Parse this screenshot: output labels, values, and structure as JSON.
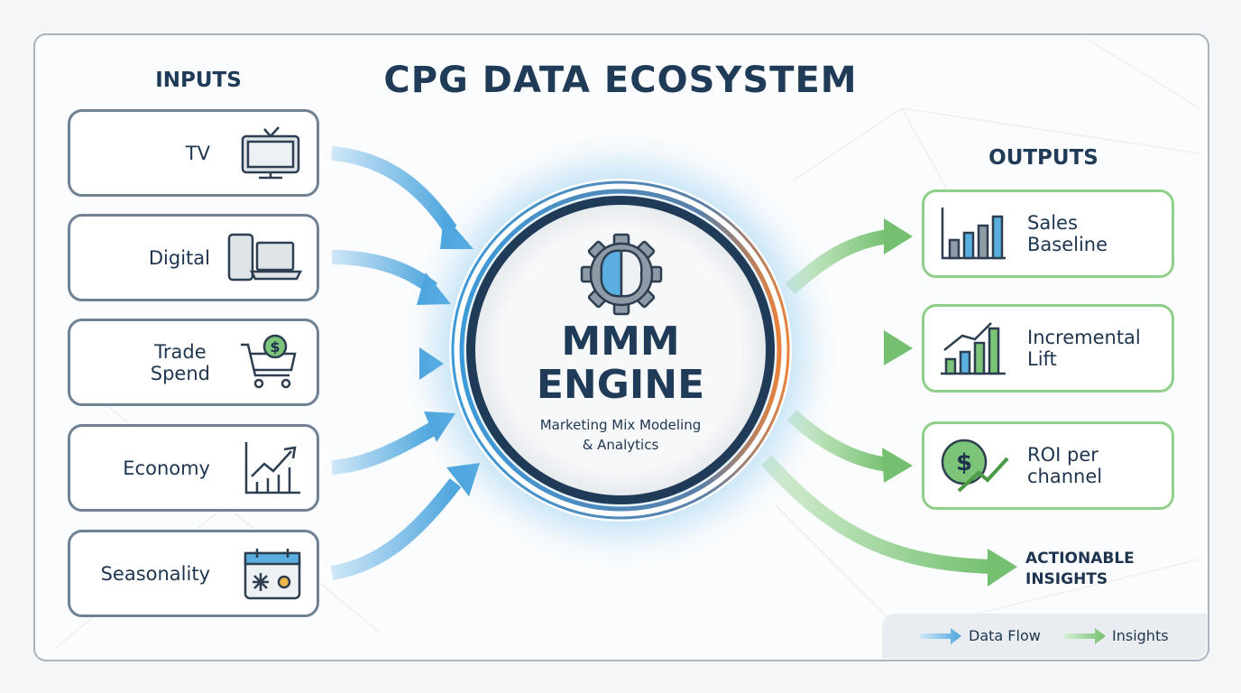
{
  "title": "CPG DATA ECOSYSTEM",
  "inputs": {
    "heading": "INPUTS",
    "items": [
      {
        "label": "TV",
        "icon": "tv-icon"
      },
      {
        "label": "Digital",
        "icon": "devices-icon"
      },
      {
        "label": "Trade\nSpend",
        "icon": "shopping-cart-dollar-icon"
      },
      {
        "label": "Economy",
        "icon": "trend-chart-icon"
      },
      {
        "label": "Seasonality",
        "icon": "calendar-weather-icon"
      }
    ]
  },
  "engine": {
    "title_line1": "MMM",
    "title_line2": "ENGINE",
    "subtitle_line1": "Marketing Mix Modeling",
    "subtitle_line2": "& Analytics",
    "icon": "gear-brain-icon"
  },
  "outputs": {
    "heading": "OUTPUTS",
    "items": [
      {
        "label": "Sales\nBaseline",
        "icon": "bar-chart-icon"
      },
      {
        "label": "Incremental\nLift",
        "icon": "growth-chart-icon"
      },
      {
        "label": "ROI per\nchannel",
        "icon": "dollar-growth-icon"
      }
    ],
    "actionable_line1": "ACTIONABLE",
    "actionable_line2": "INSIGHTS"
  },
  "legend": {
    "data_flow": "Data Flow",
    "insights": "Insights"
  },
  "colors": {
    "navy": "#1f3b57",
    "blue": "#5aaee0",
    "green": "#7cc477",
    "orange": "#e8823a"
  }
}
